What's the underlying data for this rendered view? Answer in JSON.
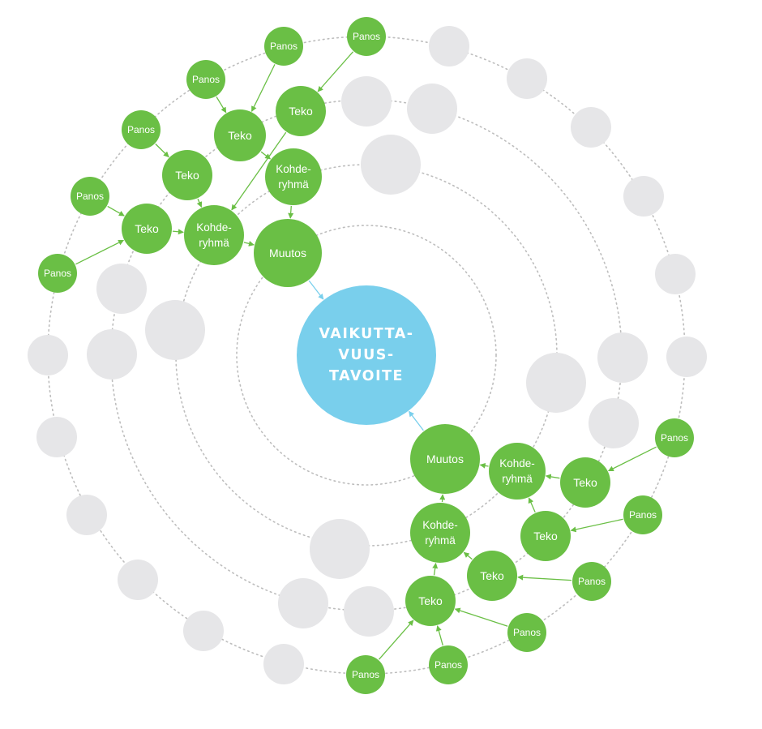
{
  "labels": {
    "center": [
      "VAIKUTTA-",
      "VUUS-",
      "TAVOITE"
    ],
    "panos": "Panos",
    "teko": "Teko",
    "kohderyhma": [
      "Kohde-",
      "ryhmä"
    ],
    "muutos": "Muutos"
  },
  "colors": {
    "green": "#6abf45",
    "blue": "#79cfec",
    "ghost": "#e6e6e8",
    "ring": "#bdbdbd"
  },
  "nodes": [
    {
      "id": "c",
      "type": "center"
    },
    {
      "id": "m1",
      "type": "muutos"
    },
    {
      "id": "k1",
      "type": "kohderyhma"
    },
    {
      "id": "k2",
      "type": "kohderyhma"
    },
    {
      "id": "t1",
      "type": "teko"
    },
    {
      "id": "t2",
      "type": "teko"
    },
    {
      "id": "t3",
      "type": "teko"
    },
    {
      "id": "t4",
      "type": "teko"
    },
    {
      "id": "p1",
      "type": "panos"
    },
    {
      "id": "p2",
      "type": "panos"
    },
    {
      "id": "p3",
      "type": "panos"
    },
    {
      "id": "p4",
      "type": "panos"
    },
    {
      "id": "p5",
      "type": "panos"
    },
    {
      "id": "p6",
      "type": "panos"
    },
    {
      "id": "m2",
      "type": "muutos"
    },
    {
      "id": "k3",
      "type": "kohderyhma"
    },
    {
      "id": "k4",
      "type": "kohderyhma"
    },
    {
      "id": "t5",
      "type": "teko"
    },
    {
      "id": "t6",
      "type": "teko"
    },
    {
      "id": "t7",
      "type": "teko"
    },
    {
      "id": "t8",
      "type": "teko"
    },
    {
      "id": "p7",
      "type": "panos"
    },
    {
      "id": "p8",
      "type": "panos"
    },
    {
      "id": "p9",
      "type": "panos"
    },
    {
      "id": "p10",
      "type": "panos"
    },
    {
      "id": "p11",
      "type": "panos"
    },
    {
      "id": "p12",
      "type": "panos"
    }
  ],
  "edges": [
    [
      "m1",
      "c"
    ],
    [
      "k1",
      "m1"
    ],
    [
      "k2",
      "m1"
    ],
    [
      "t1",
      "k1"
    ],
    [
      "t2",
      "k2"
    ],
    [
      "t3",
      "k2"
    ],
    [
      "t4",
      "k2"
    ],
    [
      "p1",
      "t1"
    ],
    [
      "p2",
      "t1"
    ],
    [
      "p3",
      "t2"
    ],
    [
      "p4",
      "t3"
    ],
    [
      "p5",
      "t4"
    ],
    [
      "p6",
      "t4"
    ],
    [
      "m2",
      "c"
    ],
    [
      "k3",
      "m2"
    ],
    [
      "k4",
      "m2"
    ],
    [
      "t5",
      "k3"
    ],
    [
      "t6",
      "k3"
    ],
    [
      "t7",
      "k4"
    ],
    [
      "t8",
      "k4"
    ],
    [
      "p7",
      "t5"
    ],
    [
      "p8",
      "t5"
    ],
    [
      "p9",
      "t5"
    ],
    [
      "p10",
      "t6"
    ],
    [
      "p11",
      "t7"
    ],
    [
      "p12",
      "t8"
    ]
  ]
}
